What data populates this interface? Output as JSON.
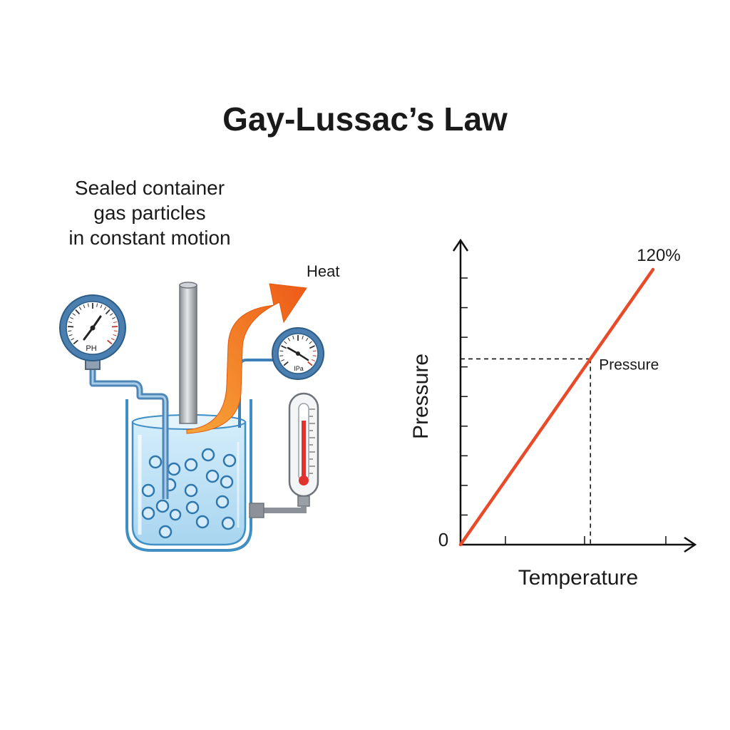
{
  "title": "Gay-Lussac’s Law",
  "caption_lines": [
    "Sealed container",
    "gas particles",
    "in constant motion"
  ],
  "diagram": {
    "heat_label": "Heat",
    "left_gauge_label": "PH",
    "right_gauge_label": "IPa",
    "colors": {
      "water": "#bfe3f7",
      "water_edge": "#3f8fc4",
      "heat_arrow": "#f06a1a",
      "gauge_ring": "#4b7fb0",
      "thermometer_bulb": "#e0322e"
    }
  },
  "chart_data": {
    "type": "line",
    "xlabel": "Temperature",
    "ylabel": "Pressure",
    "origin_label": "0",
    "end_label": "120%",
    "marker_label": "Pressure",
    "series": [
      {
        "x": [
          0,
          1
        ],
        "y": [
          0,
          1
        ]
      }
    ],
    "marker_point": {
      "x": 0.675,
      "y": 0.675
    },
    "x_ticks": [
      0.25,
      0.75,
      1.2
    ],
    "y_tick_count": 9,
    "xlim": [
      0,
      1.2
    ],
    "ylim": [
      0,
      1
    ],
    "line_color": "#e84a2a",
    "grid": false,
    "legend": "none"
  }
}
